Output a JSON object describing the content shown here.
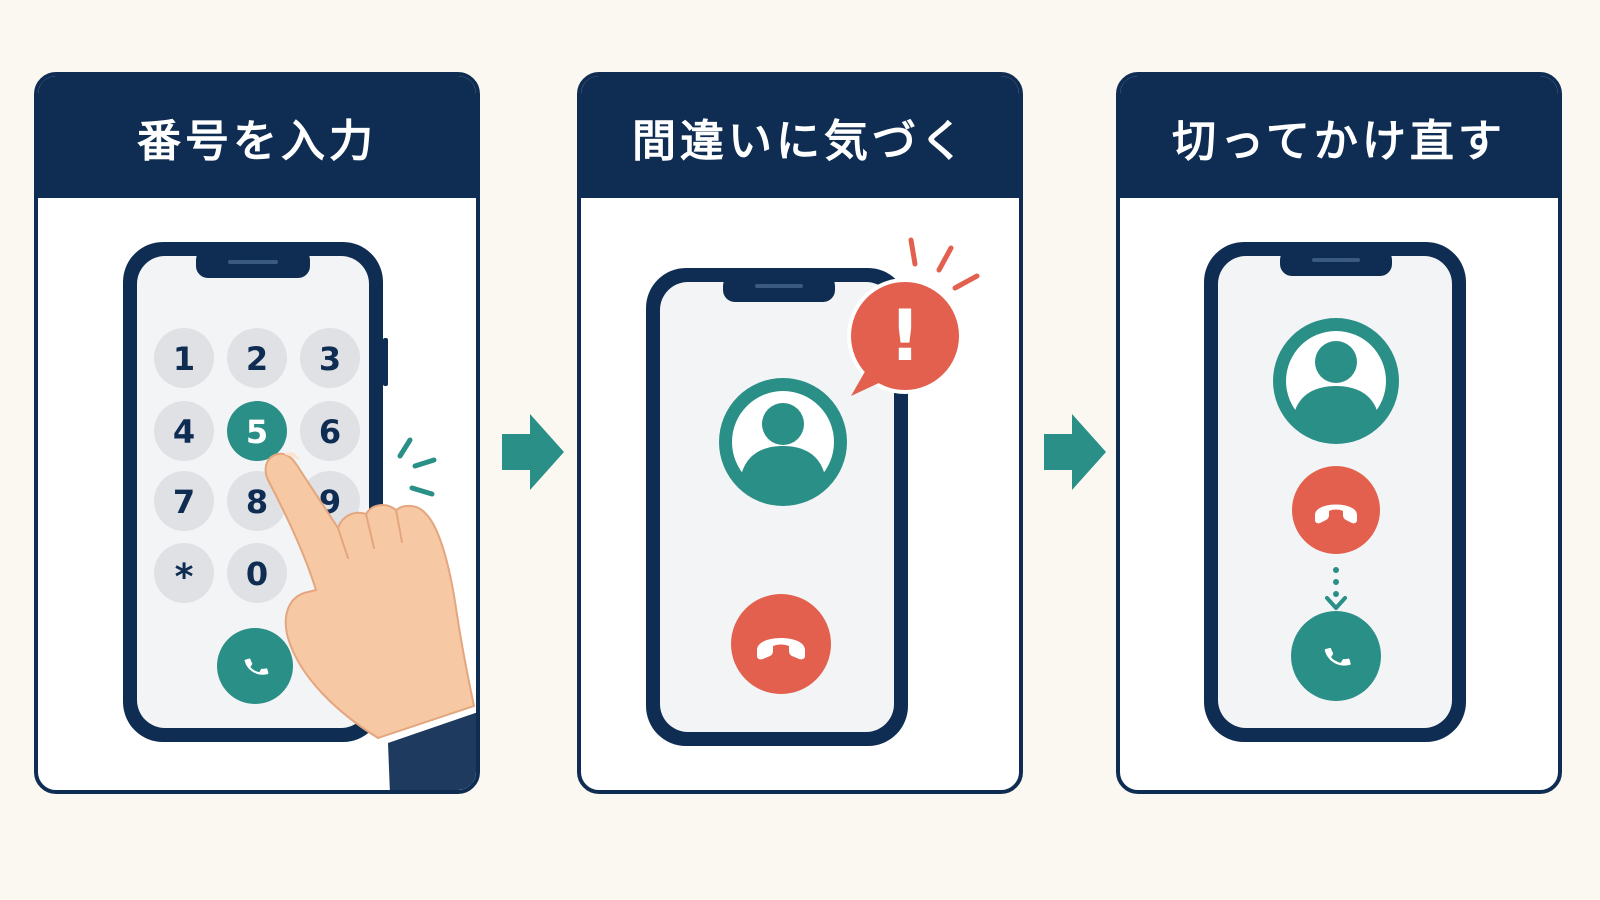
{
  "steps": [
    {
      "title": "番号を入力"
    },
    {
      "title": "間違いに気づく"
    },
    {
      "title": "切ってかけ直す"
    }
  ],
  "keypad": {
    "keys": [
      "1",
      "2",
      "3",
      "4",
      "5",
      "6",
      "7",
      "8",
      "9",
      "*",
      "0"
    ],
    "highlighted_key": "5"
  },
  "alert": {
    "glyph": "!"
  },
  "icons": {
    "call": "phone-call-icon",
    "hangup": "phone-hangup-icon",
    "contact": "person-avatar-icon",
    "alert": "exclamation-speech-bubble-icon",
    "next": "arrow-right-icon"
  },
  "colors": {
    "navy": "#0f2d52",
    "teal": "#2a8f86",
    "red": "#e2604d",
    "key_gray": "#dfe1e5",
    "screen": "#f3f4f6",
    "background": "#fbf8f2"
  }
}
